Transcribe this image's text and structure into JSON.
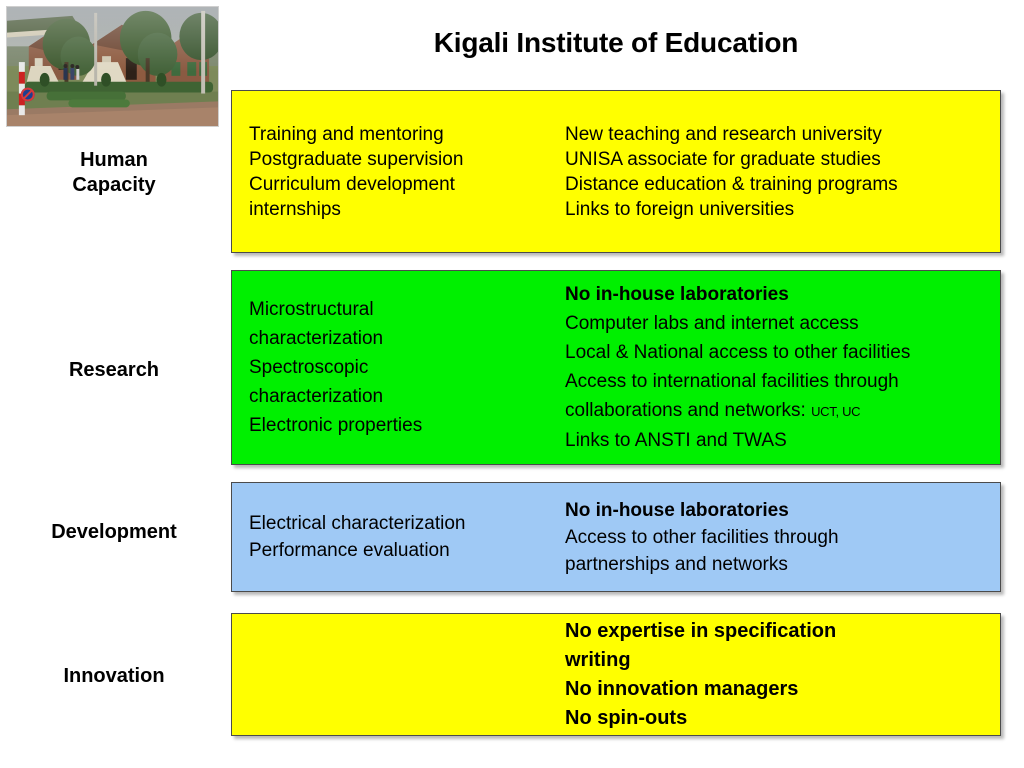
{
  "title": "Kigali Institute of Education",
  "photo": {
    "alt_name": "campus-photo",
    "description": "Kigali Institute of Education campus buildings with trees and hedges"
  },
  "colors": {
    "human_capacity": "#ffff00",
    "research": "#00f000",
    "development": "#9fc9f5",
    "innovation": "#ffff00",
    "border": "#4b4b4b",
    "text": "#000000",
    "background": "#ffffff"
  },
  "rows": [
    {
      "id": "human-capacity",
      "label": "Human\nCapacity",
      "label_lines": [
        "Human",
        "Capacity"
      ],
      "color": "#ffff00",
      "left": [
        "Training and mentoring",
        "Postgraduate supervision",
        "Curriculum development",
        "internships"
      ],
      "right": [
        "New teaching and research university",
        "UNISA associate for graduate studies",
        "Distance education & training programs",
        "Links to foreign universities"
      ]
    },
    {
      "id": "research",
      "label": "Research",
      "label_lines": [
        "Research"
      ],
      "color": "#00f000",
      "left": [
        "Microstructural",
        "characterization",
        "Spectroscopic",
        "characterization",
        "Electronic properties"
      ],
      "right": [
        "No in-house laboratories",
        "Computer labs and internet access",
        "Local & National access to other facilities",
        "Access to international facilities through",
        "collaborations and networks: ",
        "Links to ANSTI and TWAS"
      ],
      "right_bold_indices": [
        0
      ],
      "right_tail": {
        "line_index": 4,
        "text": "UCT, UC"
      }
    },
    {
      "id": "development",
      "label": "Development",
      "label_lines": [
        "Development"
      ],
      "color": "#9fc9f5",
      "left": [
        "Electrical characterization",
        "Performance evaluation"
      ],
      "right": [
        "No in-house laboratories",
        "Access to other facilities through",
        "partnerships and networks"
      ],
      "right_bold_indices": [
        0
      ]
    },
    {
      "id": "innovation",
      "label": "Innovation",
      "label_lines": [
        "Innovation"
      ],
      "color": "#ffff00",
      "left": [],
      "right": [
        "No expertise in specification",
        "writing",
        "No innovation managers",
        "No spin-outs"
      ],
      "right_bold_indices": [
        0,
        1,
        2,
        3
      ]
    }
  ]
}
